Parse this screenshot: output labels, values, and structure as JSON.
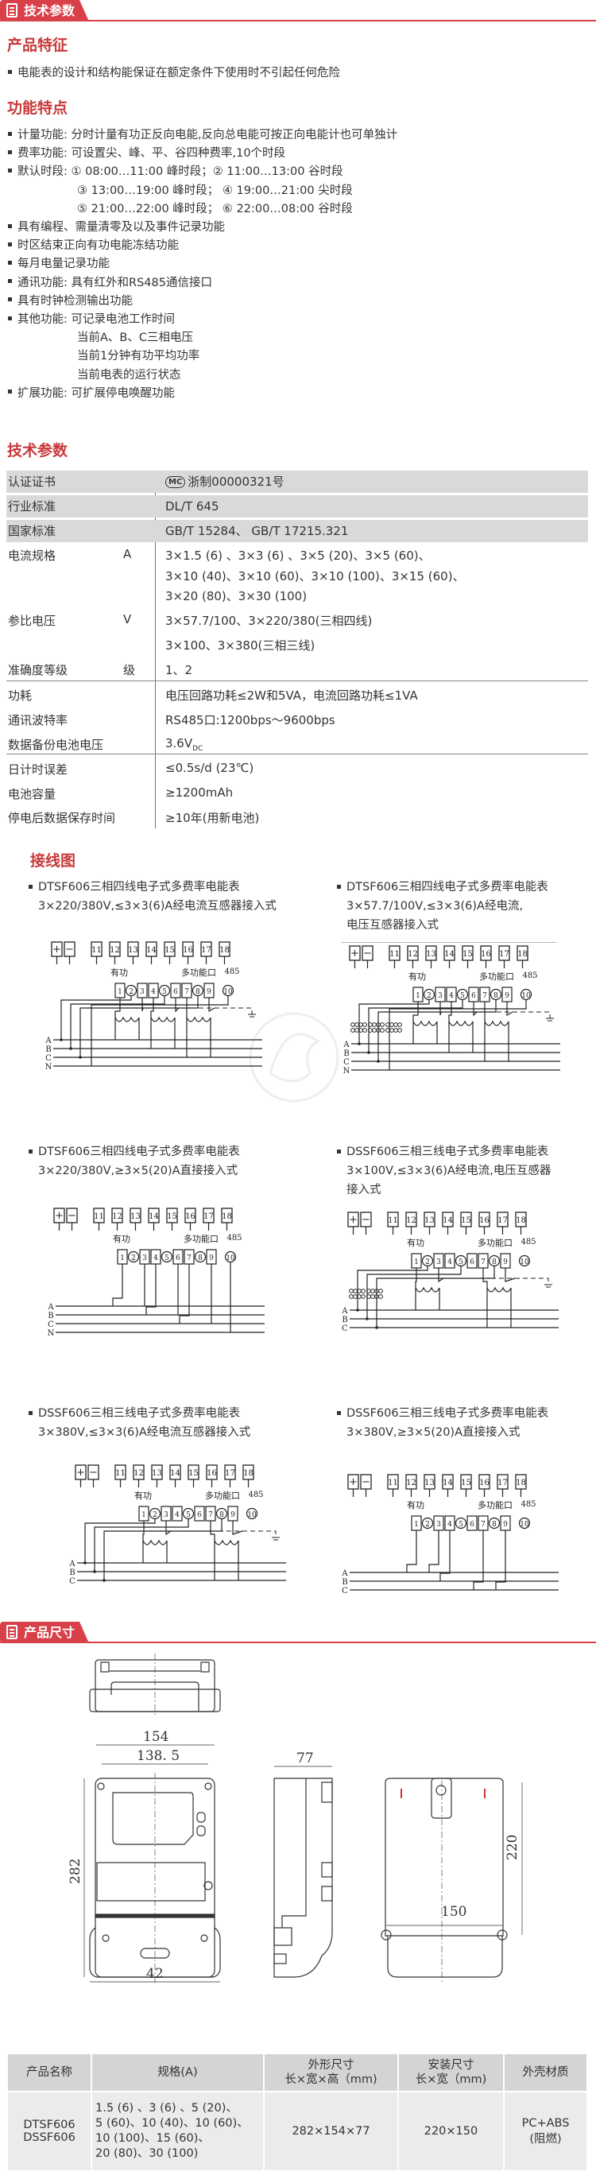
{
  "header": {
    "tech_tab": "技术参数",
    "dims_tab": "产品尺寸"
  },
  "features": {
    "heading": "产品特征",
    "items": [
      "电能表的设计和结构能保证在额定条件下使用时不引起任何危险"
    ]
  },
  "functions": {
    "heading": "功能特点",
    "items": [
      "计量功能: 分时计量有功正反向电能,反向总电能可按正向电能计也可单独计",
      "费率功能: 可设置尖、峰、平、谷四种费率,10个时段",
      "默认时段: ① 08:00…11:00  峰时段；② 11:00…13:00  谷时段",
      "具有编程、需量清零及以及事件记录功能",
      "时区结束正向有功电能冻结功能",
      "每月电量记录功能",
      "通讯功能: 具有红外和RS485通信接口",
      "具有时钟检测输出功能",
      "其他功能: 可记录电池工作时间",
      "扩展功能: 可扩展停电唤醒功能"
    ],
    "period_cont": [
      "③ 13:00…19:00  峰时段；  ④ 19:00…21:00  尖时段",
      "⑤ 21:00…22:00  峰时段；  ⑥ 22:00…08:00  谷时段"
    ],
    "other_cont": [
      "当前A、B、C三相电压",
      "当前1分钟有功平均功率",
      "当前电表的运行状态"
    ]
  },
  "specs": {
    "heading": "技术参数",
    "cert_mark": "MC",
    "rows": [
      {
        "label": "认证证书",
        "unit": "",
        "values": [
          "浙制00000321号"
        ]
      },
      {
        "label": "行业标准",
        "unit": "",
        "values": [
          "DL/T 645"
        ]
      },
      {
        "label": "国家标准",
        "unit": "",
        "values": [
          "GB/T 15284、 GB/T 17215.321"
        ]
      },
      {
        "label": "电流规格",
        "unit": "A",
        "values": [
          "3×1.5 (6) 、3×3 (6) 、3×5 (20)、3×5 (60)、",
          "3×10 (40)、3×10 (60)、3×10 (100)、3×15 (60)、",
          "3×20 (80)、3×30 (100)"
        ]
      },
      {
        "label": "参比电压",
        "unit": "V",
        "values": [
          "3×57.7/100、3×220/380(三相四线)",
          "3×100、3×380(三相三线)"
        ]
      },
      {
        "label": "准确度等级",
        "unit": "级",
        "values": [
          "1、2"
        ]
      },
      {
        "label": "功耗",
        "unit": "",
        "values": [
          "电压回路功耗≤2W和5VA，电流回路功耗≤1VA"
        ]
      },
      {
        "label": "通讯波特率",
        "unit": "",
        "values": [
          "RS485口:1200bps～9600bps"
        ]
      },
      {
        "label": "数据备份电池电压",
        "unit": "",
        "values": [
          "3.6V"
        ],
        "sub": "DC"
      },
      {
        "label": "日计时误差",
        "unit": "",
        "values": [
          "≤0.5s/d (23℃)"
        ]
      },
      {
        "label": "电池容量",
        "unit": "",
        "values": [
          "≥1200mAh"
        ]
      },
      {
        "label": "停电后数据保存时间",
        "unit": "",
        "values": [
          "≥10年(用新电池)"
        ]
      }
    ]
  },
  "wiring": {
    "heading": "接线图",
    "top_terminals": [
      "+",
      "−",
      "11",
      "12",
      "13",
      "14",
      "15",
      "16",
      "17",
      "18"
    ],
    "bottom_terminals": [
      "1",
      "2",
      "3",
      "4",
      "5",
      "6",
      "7",
      "8",
      "9",
      "10"
    ],
    "label_active": "有功",
    "label_multi": "多功能口",
    "label_485": "485",
    "phases": [
      "A",
      "B",
      "C",
      "N"
    ],
    "diagrams": [
      {
        "title": [
          "DTSF606三相四线电子式多费率电能表",
          "3×220/380V,≤3×3(6)A经电流互感器接入式"
        ],
        "variant": "ct4"
      },
      {
        "title": [
          "DTSF606三相四线电子式多费率电能表",
          "3×57.7/100V,≤3×3(6)A经电流,",
          "电压互感器接入式"
        ],
        "variant": "pt4"
      },
      {
        "title": [
          "DTSF606三相四线电子式多费率电能表",
          "3×220/380V,≥3×5(20)A直接接入式"
        ],
        "variant": "direct4"
      },
      {
        "title": [
          "DSSF606三相三线电子式多费率电能表",
          "3×100V,≤3×3(6)A经电流,电压互感器",
          "接入式"
        ],
        "variant": "pt3"
      },
      {
        "title": [
          "DSSF606三相三线电子式多费率电能表",
          "3×380V,≤3×3(6)A经电流互感器接入式"
        ],
        "variant": "ct3"
      },
      {
        "title": [
          "DSSF606三相三线电子式多费率电能表",
          "3×380V,≥3×5(20)A直接接入式"
        ],
        "variant": "direct3"
      }
    ]
  },
  "dimensions": {
    "width": "154",
    "inner_width": "138. 5",
    "height": "282",
    "bottom": "42",
    "depth": "77",
    "mount_height": "220",
    "mount_width": "150"
  },
  "product_table": {
    "headers": [
      "产品名称",
      "规格(A)",
      "外形尺寸",
      "长×宽×高（mm)",
      "安装尺寸",
      "长×宽（mm)",
      "外壳材质"
    ],
    "models": [
      "DTSF606",
      "DSSF606"
    ],
    "specs": [
      "1.5 (6) 、3 (6) 、5 (20)、",
      "5 (60)、10 (40)、10 (60)、",
      "10 (100)、15 (60)、",
      "20 (80)、30 (100)"
    ],
    "outer_size": "282×154×77",
    "mount_size": "220×150",
    "material": [
      "PC+ABS",
      "(阻燃)"
    ]
  },
  "colors": {
    "accent": "#d8404a",
    "heading": "#c9383a",
    "row_gray": "#d9d9d9"
  }
}
